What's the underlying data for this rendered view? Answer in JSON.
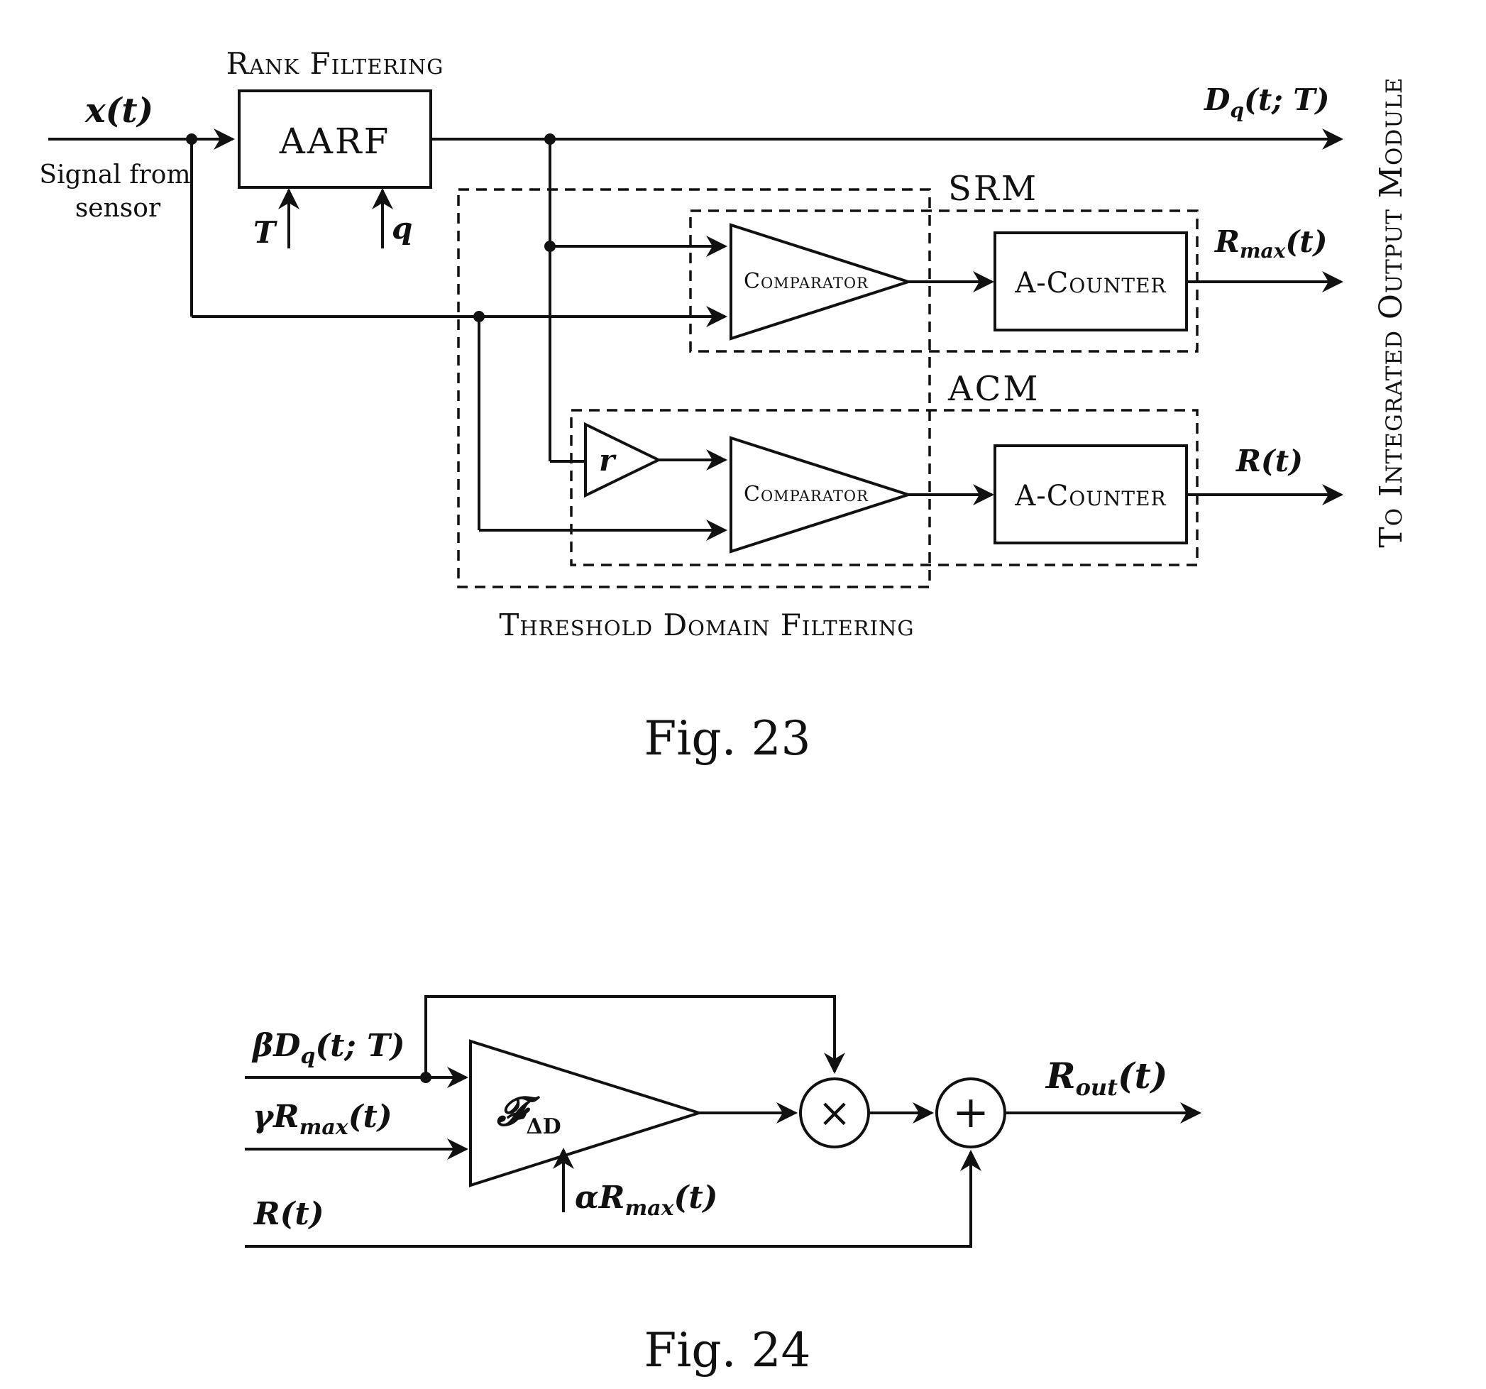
{
  "fig23": {
    "caption": "Fig. 23",
    "input_label": "x(t)",
    "input_note_line1": "Signal from",
    "input_note_line2": "sensor",
    "rank_filtering_label": "Rank Filtering",
    "aarf_label": "AARF",
    "param_T": "T",
    "param_q": "q",
    "output_Dq": "Dq(t; T)",
    "srm_label": "SRM",
    "acm_label": "ACM",
    "comparator_label": "Comparator",
    "counter_label": "A-Counter",
    "r_gain_label": "r",
    "output_Rmax": "Rmax(t)",
    "output_R": "R(t)",
    "threshold_label": "Threshold Domain Filtering",
    "side_label": "To Integrated Output Module"
  },
  "fig24": {
    "caption": "Fig. 24",
    "in_beta": "βDq(t; T)",
    "in_gamma": "γRmax(t)",
    "in_R": "R(t)",
    "block_label": "𝓕ΔD",
    "control_label": "αRmax(t)",
    "multiply_symbol": "×",
    "sum_symbol": "+",
    "output_label": "Rout(t)"
  }
}
